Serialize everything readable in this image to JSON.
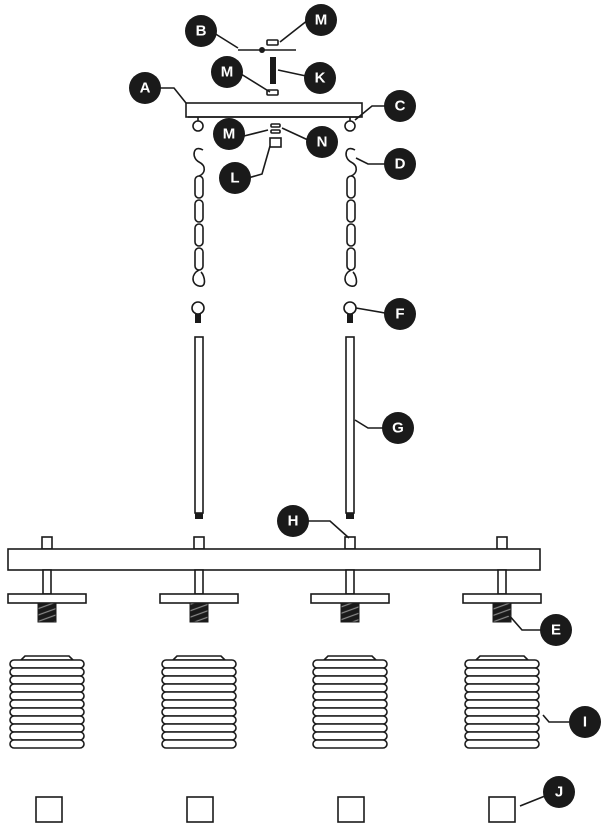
{
  "callouts": {
    "A": "A",
    "B": "B",
    "C": "C",
    "D": "D",
    "E": "E",
    "F": "F",
    "G": "G",
    "H": "H",
    "I": "I",
    "J": "J",
    "K": "K",
    "L": "L",
    "M": "M",
    "N": "N"
  },
  "colors": {
    "line": "#1a1a1a",
    "callout_fill": "#1a1a1a",
    "callout_text": "#ffffff",
    "background": "#ffffff"
  }
}
